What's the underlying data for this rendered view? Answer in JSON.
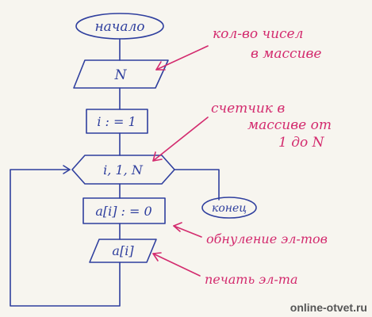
{
  "colors": {
    "ink_blue": "#2f3f9e",
    "ink_pink": "#d32b6e",
    "paper": "#f7f5ef"
  },
  "flowchart": {
    "start_label": "начало",
    "input_label": "N",
    "init_label": "i : = 1",
    "loop_label": "i, 1, N",
    "assign_label": "a[i] : = 0",
    "output_label": "a[i]",
    "end_label": "конец"
  },
  "annotations": {
    "count_line1": "кол-во чисел",
    "count_line2": "в массиве",
    "counter_line1": "счетчик в",
    "counter_line2": "массиве от",
    "counter_line3": "1 до N",
    "zeroing": "обнуление эл-тов",
    "printing": "печать эл-та"
  },
  "watermark": "online-otvet.ru"
}
